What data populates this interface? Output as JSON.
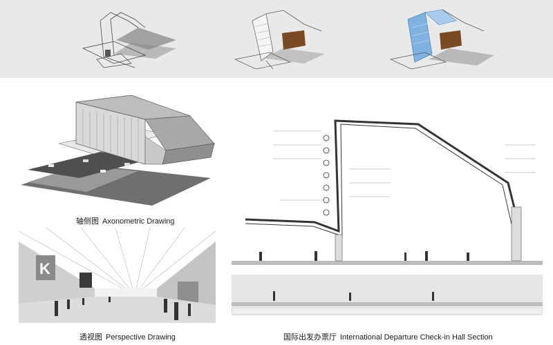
{
  "captions": {
    "axonometric": {
      "zh": "轴侧图",
      "en": "Axonometric Drawing"
    },
    "perspective": {
      "zh": "透视图",
      "en": "Perspective Drawing"
    },
    "section": {
      "zh": "国际出发办票厅",
      "en": "International Departure Check-in Hall Section"
    }
  },
  "perspective_sign": "K",
  "colors": {
    "banner_bg": "#e9e9e9",
    "panel_brown": "#7a4a22",
    "glass_blue": "#7fb2e0",
    "shadow_gray": "#8a8a8a"
  }
}
